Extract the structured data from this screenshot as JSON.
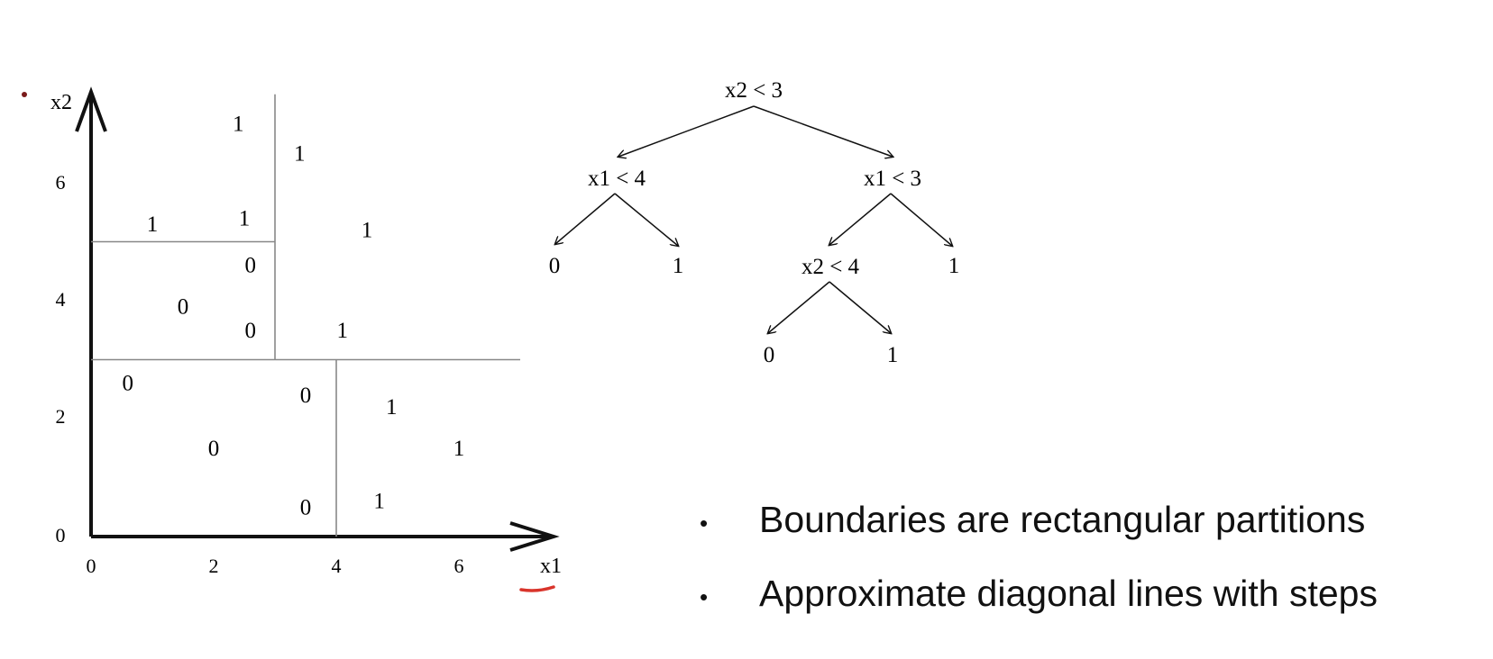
{
  "scatter": {
    "axis_labels": {
      "x": "x1",
      "y": "x2"
    },
    "x_ticks": [
      "0",
      "2",
      "4",
      "6"
    ],
    "y_ticks": [
      "0",
      "2",
      "4",
      "6"
    ],
    "points": [
      {
        "x": 2.4,
        "y": 7.0,
        "label": "1"
      },
      {
        "x": 3.4,
        "y": 6.5,
        "label": "1"
      },
      {
        "x": 1.0,
        "y": 5.3,
        "label": "1"
      },
      {
        "x": 2.5,
        "y": 5.4,
        "label": "1"
      },
      {
        "x": 4.5,
        "y": 5.2,
        "label": "1"
      },
      {
        "x": 2.6,
        "y": 4.6,
        "label": "0"
      },
      {
        "x": 1.5,
        "y": 3.9,
        "label": "0"
      },
      {
        "x": 2.6,
        "y": 3.5,
        "label": "0"
      },
      {
        "x": 4.1,
        "y": 3.5,
        "label": "1"
      },
      {
        "x": 0.6,
        "y": 2.6,
        "label": "0"
      },
      {
        "x": 3.5,
        "y": 2.4,
        "label": "0"
      },
      {
        "x": 4.9,
        "y": 2.2,
        "label": "1"
      },
      {
        "x": 2.0,
        "y": 1.5,
        "label": "0"
      },
      {
        "x": 6.0,
        "y": 1.5,
        "label": "1"
      },
      {
        "x": 3.5,
        "y": 0.5,
        "label": "0"
      },
      {
        "x": 4.7,
        "y": 0.6,
        "label": "1"
      }
    ],
    "partitions": [
      {
        "x1": 0,
        "y1": 3,
        "x2": 7,
        "y2": 3
      },
      {
        "x1": 3,
        "y1": 3,
        "x2": 3,
        "y2": 7.5
      },
      {
        "x1": 0,
        "y1": 5,
        "x2": 3,
        "y2": 5
      },
      {
        "x1": 4,
        "y1": 0,
        "x2": 4,
        "y2": 3
      }
    ]
  },
  "tree": {
    "root": "x2 < 3",
    "left": "x1 < 4",
    "right": "x1 < 3",
    "left_left": "0",
    "left_right": "1",
    "right_left": "x2 < 4",
    "right_right": "1",
    "rl_left": "0",
    "rl_right": "1"
  },
  "bullets": [
    "Boundaries are rectangular partitions",
    "Approximate diagonal lines with steps"
  ],
  "colors": {
    "annotation_mark": "#d9342b",
    "stroke": "#111111",
    "partition": "#888888"
  }
}
